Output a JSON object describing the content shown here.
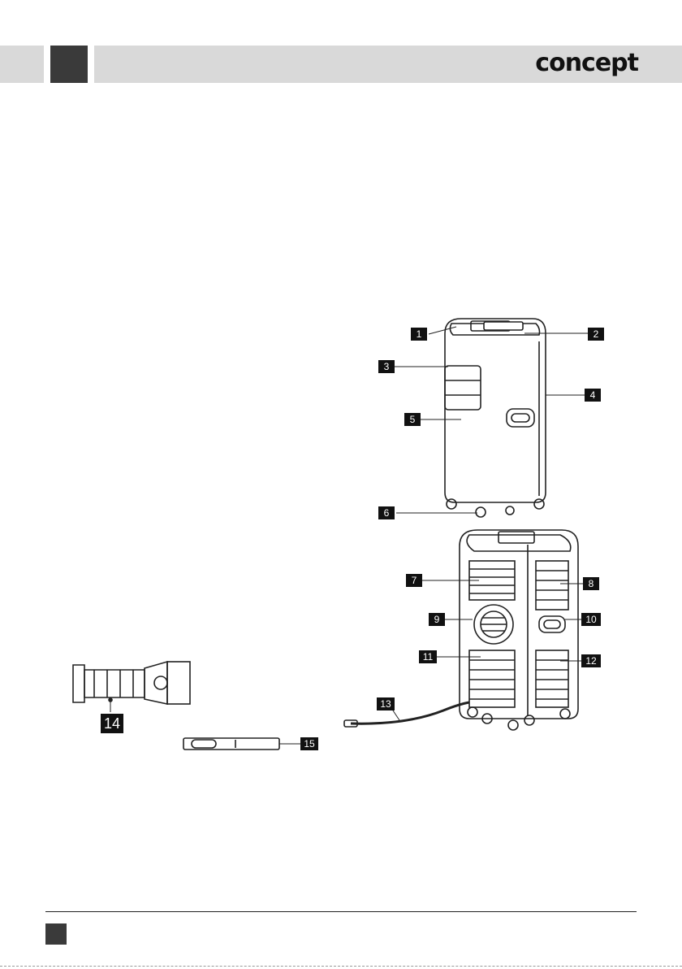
{
  "header": {
    "brand": "concept"
  },
  "callouts": [
    "1",
    "2",
    "3",
    "4",
    "5",
    "6",
    "7",
    "8",
    "9",
    "10",
    "11",
    "12",
    "13",
    "14",
    "15"
  ]
}
